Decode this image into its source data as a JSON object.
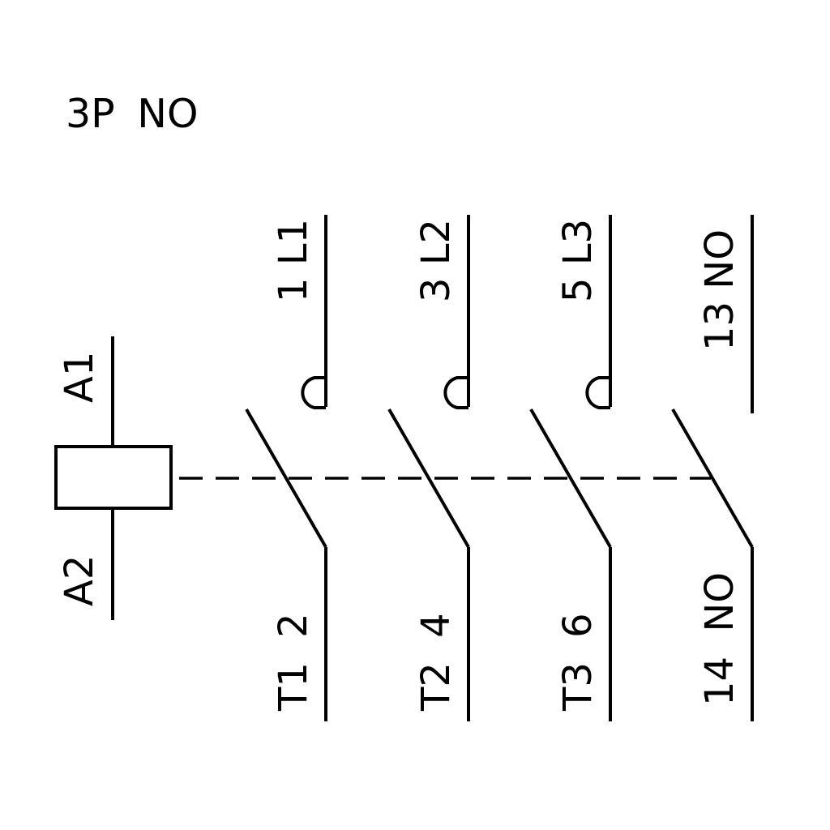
{
  "title": "3P NO",
  "colors": {
    "stroke": "#000000",
    "background": "#ffffff"
  },
  "coil": {
    "top_terminal_label": "A1",
    "bottom_terminal_label": "A2"
  },
  "contacts": [
    {
      "type": "main-pole",
      "top_label": "1 L1",
      "bottom_label": "T1 2"
    },
    {
      "type": "main-pole",
      "top_label": "3 L2",
      "bottom_label": "T2 4"
    },
    {
      "type": "main-pole",
      "top_label": "5 L3",
      "bottom_label": "T3 6"
    },
    {
      "type": "auxiliary-no",
      "top_label": "13 NO",
      "bottom_label": "14 NO"
    }
  ]
}
